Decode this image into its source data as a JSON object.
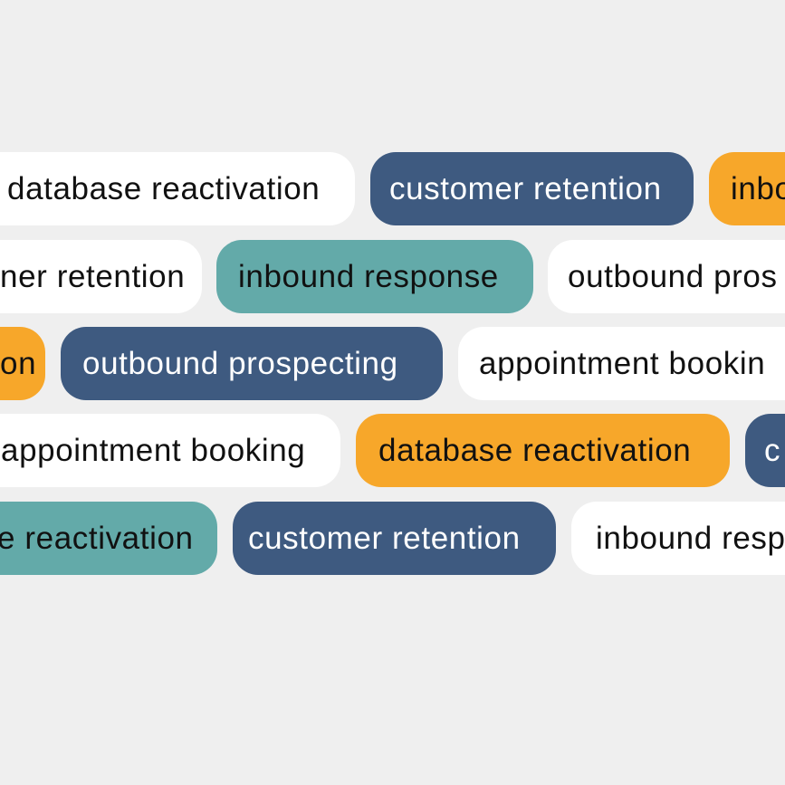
{
  "colors": {
    "background": "#efefef",
    "white": "#ffffff",
    "navy": "#3e5a80",
    "teal": "#63aaa9",
    "orange": "#f7a72a"
  },
  "rows": [
    [
      {
        "label": "database reactivation",
        "color": "white"
      },
      {
        "label": "customer retention",
        "color": "navy"
      },
      {
        "label": "inbo",
        "color": "orange"
      }
    ],
    [
      {
        "label": "ner retention",
        "color": "white"
      },
      {
        "label": "inbound response",
        "color": "teal"
      },
      {
        "label": "outbound pros",
        "color": "white"
      }
    ],
    [
      {
        "label": "on",
        "color": "orange"
      },
      {
        "label": "outbound prospecting",
        "color": "navy"
      },
      {
        "label": "appointment bookin",
        "color": "white"
      }
    ],
    [
      {
        "label": "appointment booking",
        "color": "white"
      },
      {
        "label": "database reactivation",
        "color": "orange"
      },
      {
        "label": "c",
        "color": "navy"
      }
    ],
    [
      {
        "label": "e reactivation",
        "color": "teal"
      },
      {
        "label": "customer retention",
        "color": "navy"
      },
      {
        "label": "inbound resp",
        "color": "white"
      }
    ]
  ]
}
